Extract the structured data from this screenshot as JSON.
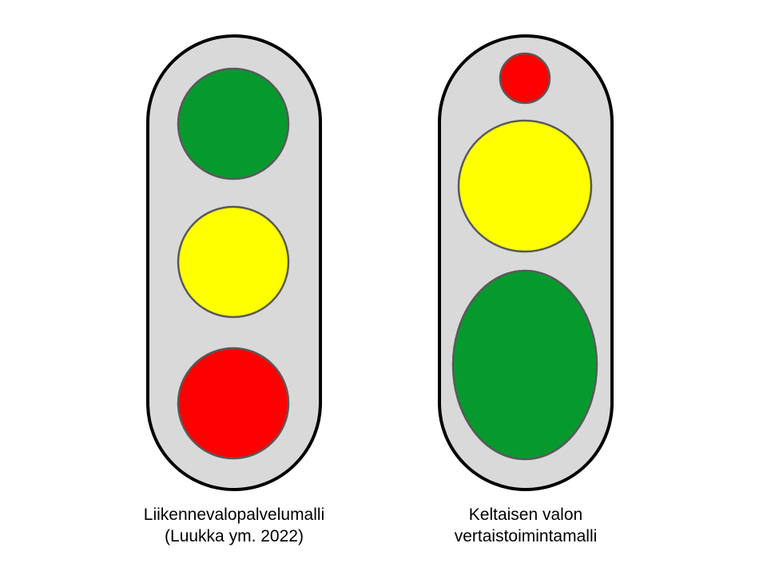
{
  "colors": {
    "housing_fill": "#d9d9d9",
    "housing_stroke": "#000000",
    "lamp_stroke": "#595959",
    "green": "#069a2e",
    "yellow": "#ffff00",
    "red": "#ff0000"
  },
  "left_signal": {
    "caption_line1": "Liikennevalopalvelumalli",
    "caption_line2": "(Luukka ym. 2022)",
    "lamps": [
      "green",
      "yellow",
      "red"
    ]
  },
  "right_signal": {
    "caption_line1": "Keltaisen valon",
    "caption_line2": "vertaistoimintamalli",
    "lamps": [
      "red",
      "yellow",
      "green"
    ]
  }
}
